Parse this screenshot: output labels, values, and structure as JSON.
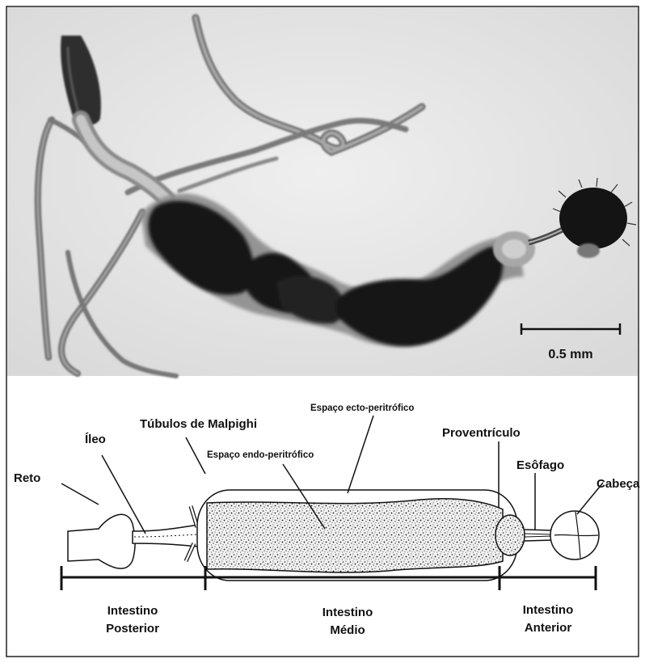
{
  "photo": {
    "scale_label": "0.5 mm"
  },
  "diagram": {
    "labels": {
      "reto": "Reto",
      "ileo": "Íleo",
      "tubulos": "Túbulos de Malpighi",
      "endo": "Espaço endo-peritrófico",
      "ecto": "Espaço ecto-peritrófico",
      "proventriculo": "Proventrículo",
      "esofago": "Esôfago",
      "cabeca": "Cabeça"
    },
    "regions": {
      "posterior": [
        "Intestino",
        "Posterior"
      ],
      "medio": [
        "Intestino",
        "Médio"
      ],
      "anterior": [
        "Intestino",
        "Anterior"
      ]
    }
  },
  "colors": {
    "background": "#ffffff",
    "photo_background": "#e6e6e6",
    "ink": "#111111"
  }
}
